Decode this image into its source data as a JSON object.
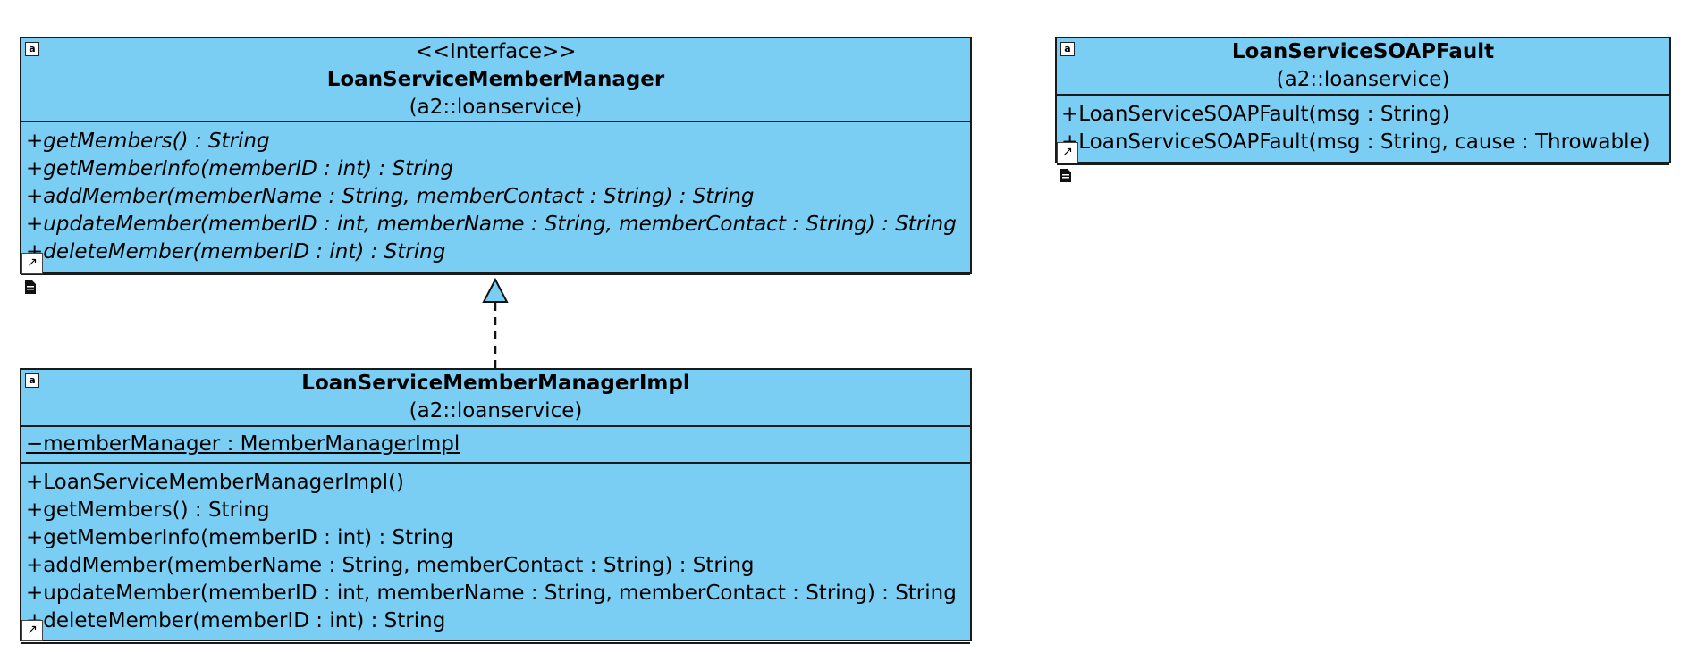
{
  "interface": {
    "stereotype": "<<Interface>>",
    "name": "LoanServiceMemberManager",
    "package": "(a2::loanservice)",
    "operations": [
      "+getMembers() : String",
      "+getMemberInfo(memberID : int) : String",
      "+addMember(memberName : String, memberContact : String) : String",
      "+updateMember(memberID : int, memberName : String, memberContact : String) : String",
      "+deleteMember(memberID : int) : String"
    ]
  },
  "impl": {
    "name": "LoanServiceMemberManagerImpl",
    "package": "(a2::loanservice)",
    "attributes": [
      "−memberManager : MemberManagerImpl"
    ],
    "operations": [
      "+LoanServiceMemberManagerImpl()",
      "+getMembers() : String",
      "+getMemberInfo(memberID : int) : String",
      "+addMember(memberName : String, memberContact : String) : String",
      "+updateMember(memberID : int, memberName : String, memberContact : String) : String",
      "+deleteMember(memberID : int) : String"
    ]
  },
  "fault": {
    "name": "LoanServiceSOAPFault",
    "package": "(a2::loanservice)",
    "operations": [
      "+LoanServiceSOAPFault(msg : String)",
      "+LoanServiceSOAPFault(msg : String, cause : Throwable)"
    ]
  },
  "icons": {
    "class_icon": "a",
    "link_icon": "↗"
  },
  "colors": {
    "class_fill": "#7acef4",
    "border": "#1a1a1a"
  }
}
